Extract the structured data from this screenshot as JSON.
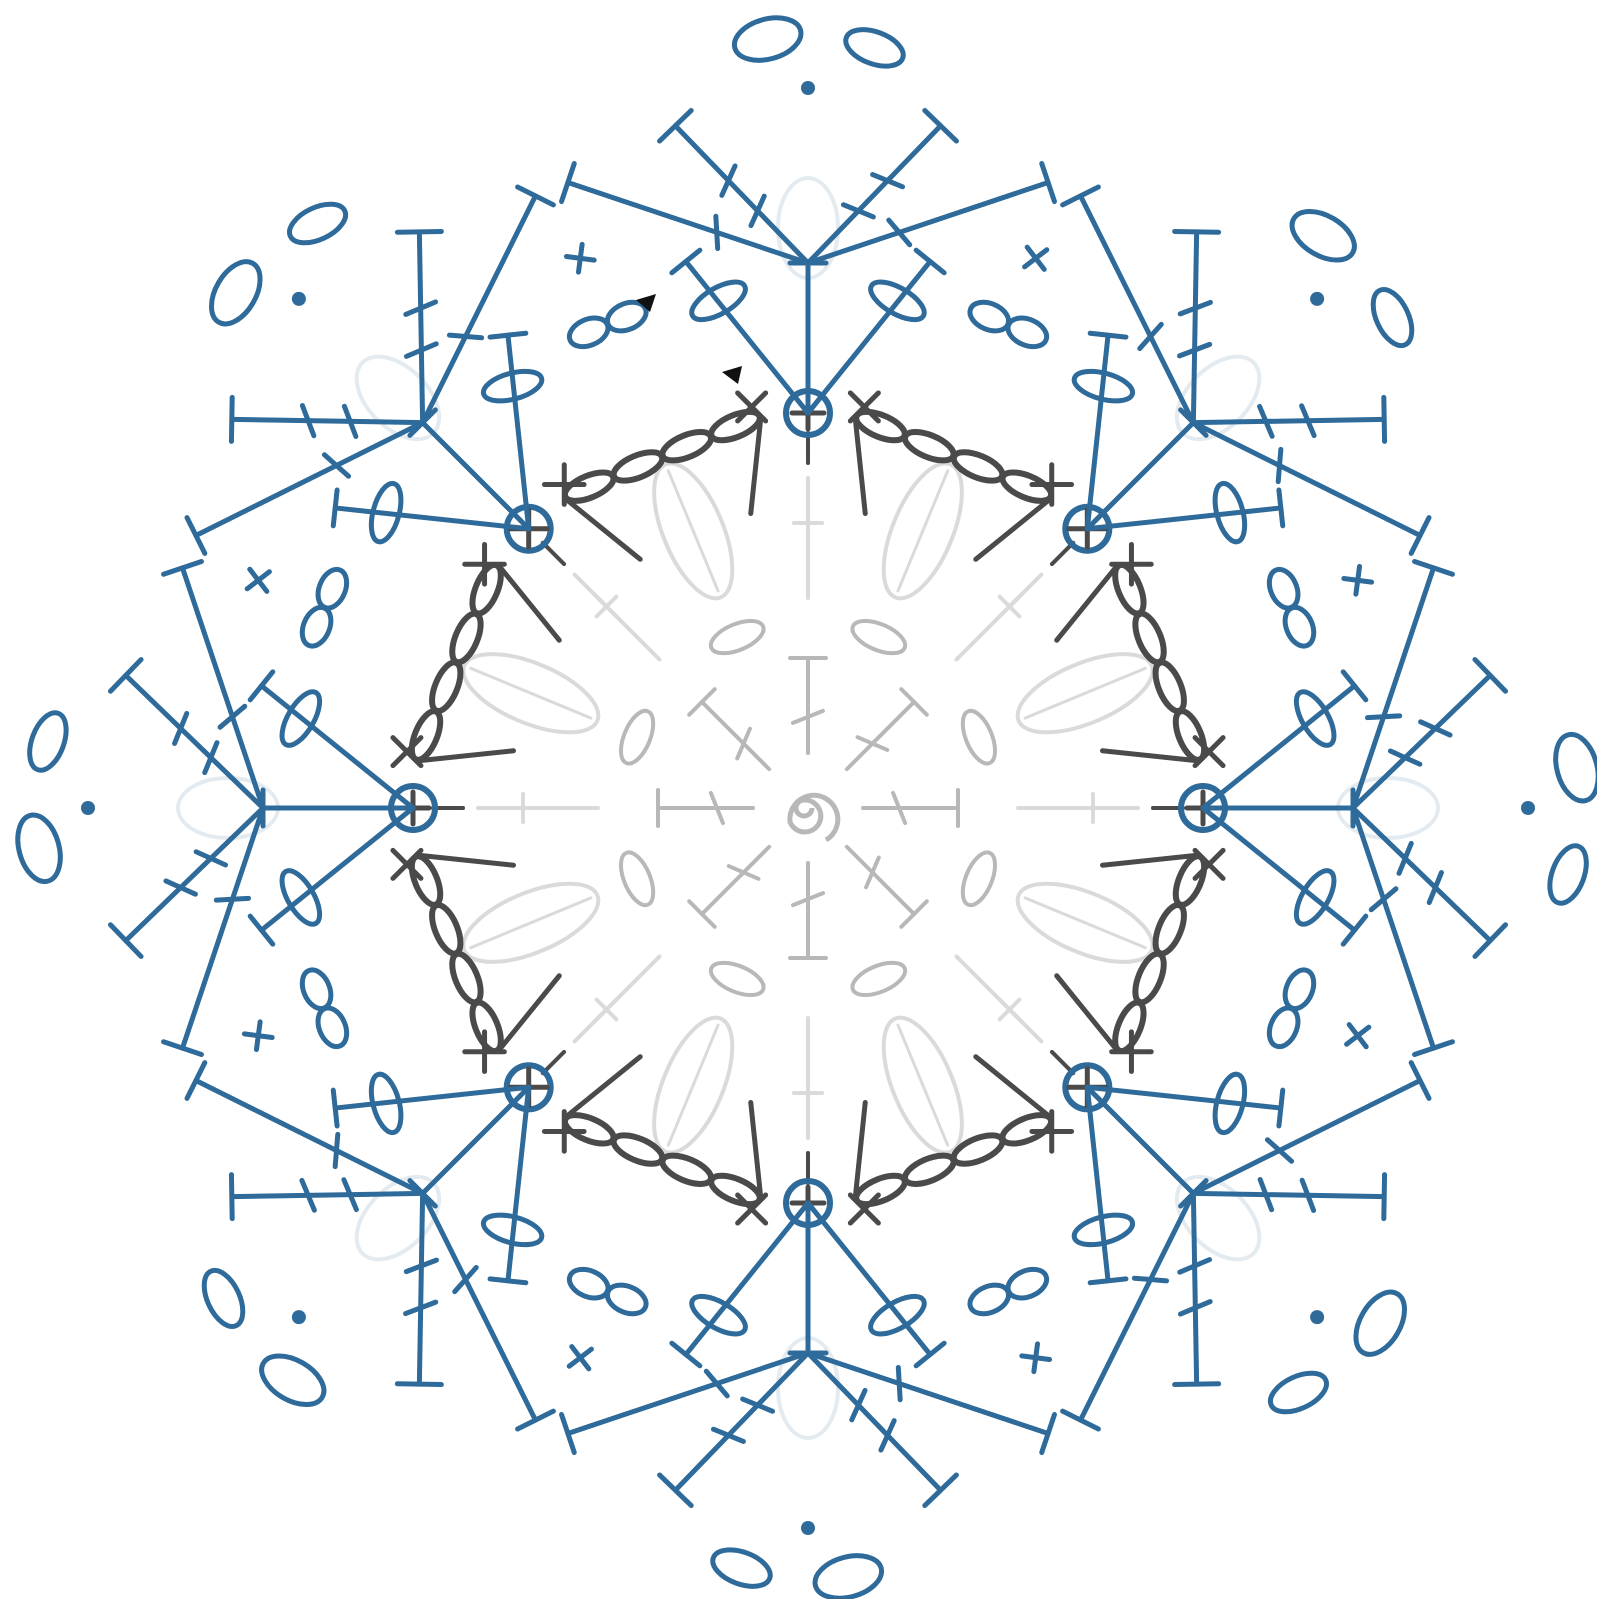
{
  "diagram": {
    "type": "crochet-snowflake-chart",
    "points": 8,
    "stitch_legend": [
      "chain-oval",
      "single-crochet-x",
      "slip-stitch-dot",
      "double-crochet-t",
      "treble-crochet-t",
      "magic-ring-spiral",
      "join-cross"
    ],
    "rounds": [
      {
        "round": 1,
        "color_role": "ghost-inner",
        "color": "#c8c8c8"
      },
      {
        "round": 2,
        "color_role": "ghost-inner",
        "color": "#c8c8c8"
      },
      {
        "round": 3,
        "color_role": "ghost-inner",
        "color": "#d2d2d2"
      },
      {
        "round": 4,
        "color_role": "current-round",
        "color": "#4a4a4a"
      },
      {
        "round": 5,
        "color_role": "outer-round",
        "color": "#2e6a9a"
      }
    ],
    "markers": [
      "start-arrow",
      "start-arrow"
    ],
    "colors": {
      "background": "#ffffff",
      "blue": "#2e6a9a",
      "dark": "#4a4a4a",
      "grey": "#b8b8b8",
      "light": "#dadada"
    }
  }
}
